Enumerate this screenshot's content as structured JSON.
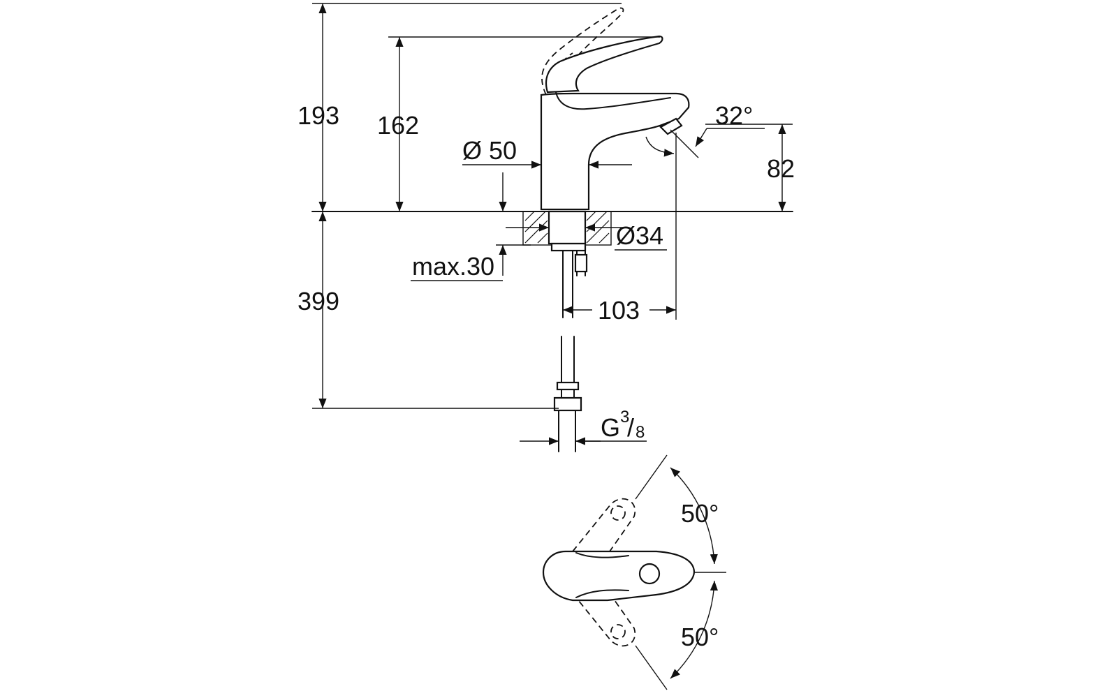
{
  "dimensions": {
    "total_height": "193",
    "handle_height": "162",
    "body_diameter": "Ø 50",
    "spout_height": "82",
    "spout_angle": "32°",
    "hole_diameter": "Ø34",
    "max_thickness": "max.30",
    "hose_length": "399",
    "spout_reach": "103",
    "thread_main": "G",
    "thread_numerator": "3",
    "thread_denominator": "8",
    "lever_angle_top": "50°",
    "lever_angle_bottom": "50°"
  },
  "colors": {
    "line": "#111111",
    "background": "#ffffff"
  }
}
